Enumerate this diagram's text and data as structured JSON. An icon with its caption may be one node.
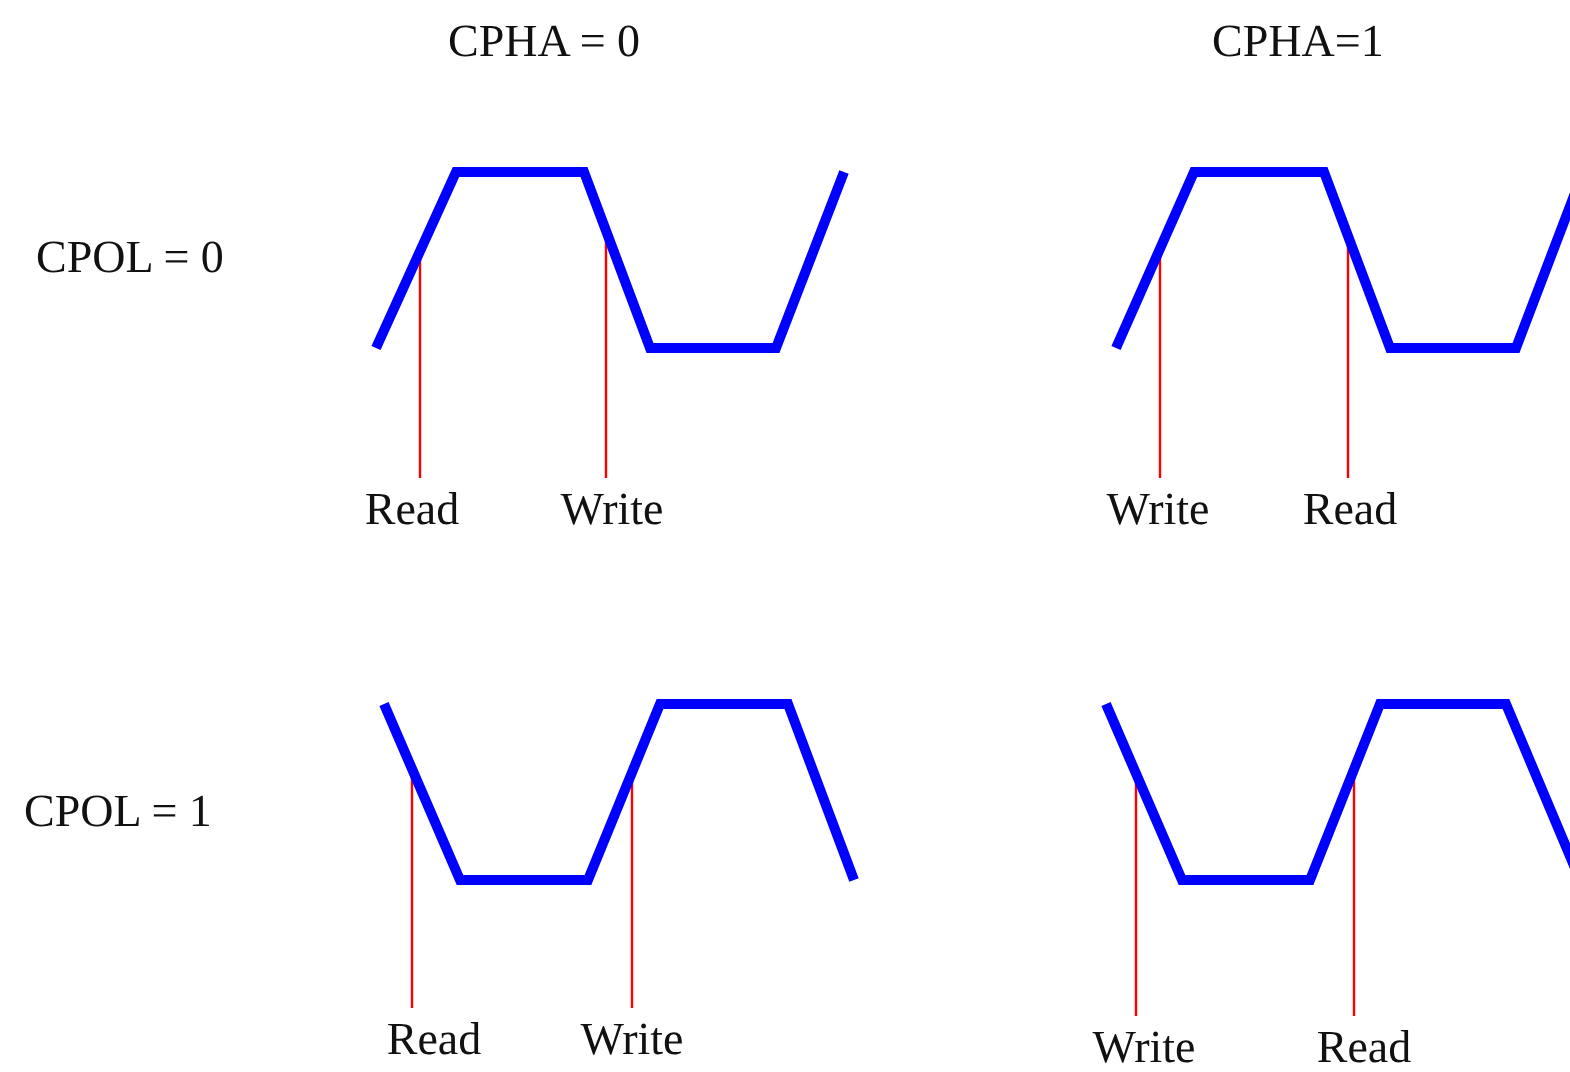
{
  "diagram": {
    "nodes": [
      {
        "text": [],
        "shape": "picture"
      },
      {
        "text": [],
        "shape": "picture"
      },
      {
        "text": [
          "Read"
        ]
      },
      {
        "text": [
          "Write"
        ]
      },
      {
        "text": [
          "Write"
        ]
      },
      {
        "text": [
          "Read"
        ]
      },
      {
        "text": [],
        "shape": "picture"
      },
      {
        "text": [],
        "shape": "picture"
      },
      {
        "text": [
          "Read"
        ]
      },
      {
        "text": [
          "Write"
        ]
      },
      {
        "text": [
          "Write"
        ]
      },
      {
        "text": [
          "Read"
        ]
      }
    ],
    "edges": [
      {
        "from": 2,
        "to": 0,
        "arrow": "none"
      },
      {
        "from": 3,
        "to": 0,
        "arrow": "none"
      },
      {
        "from": 4,
        "to": 1,
        "arrow": "none"
      },
      {
        "from": 5,
        "to": 1,
        "arrow": "none"
      },
      {
        "from": 8,
        "to": 6,
        "arrow": "none"
      },
      {
        "from": 9,
        "to": 6,
        "arrow": "none"
      },
      {
        "from": 10,
        "to": 7,
        "arrow": "none"
      },
      {
        "from": 11,
        "to": 7,
        "arrow": "none"
      }
    ],
    "labels": [
      "CPHA = 0",
      "CPHA=1",
      "CPOL = 0",
      "CPOL = 1"
    ]
  }
}
